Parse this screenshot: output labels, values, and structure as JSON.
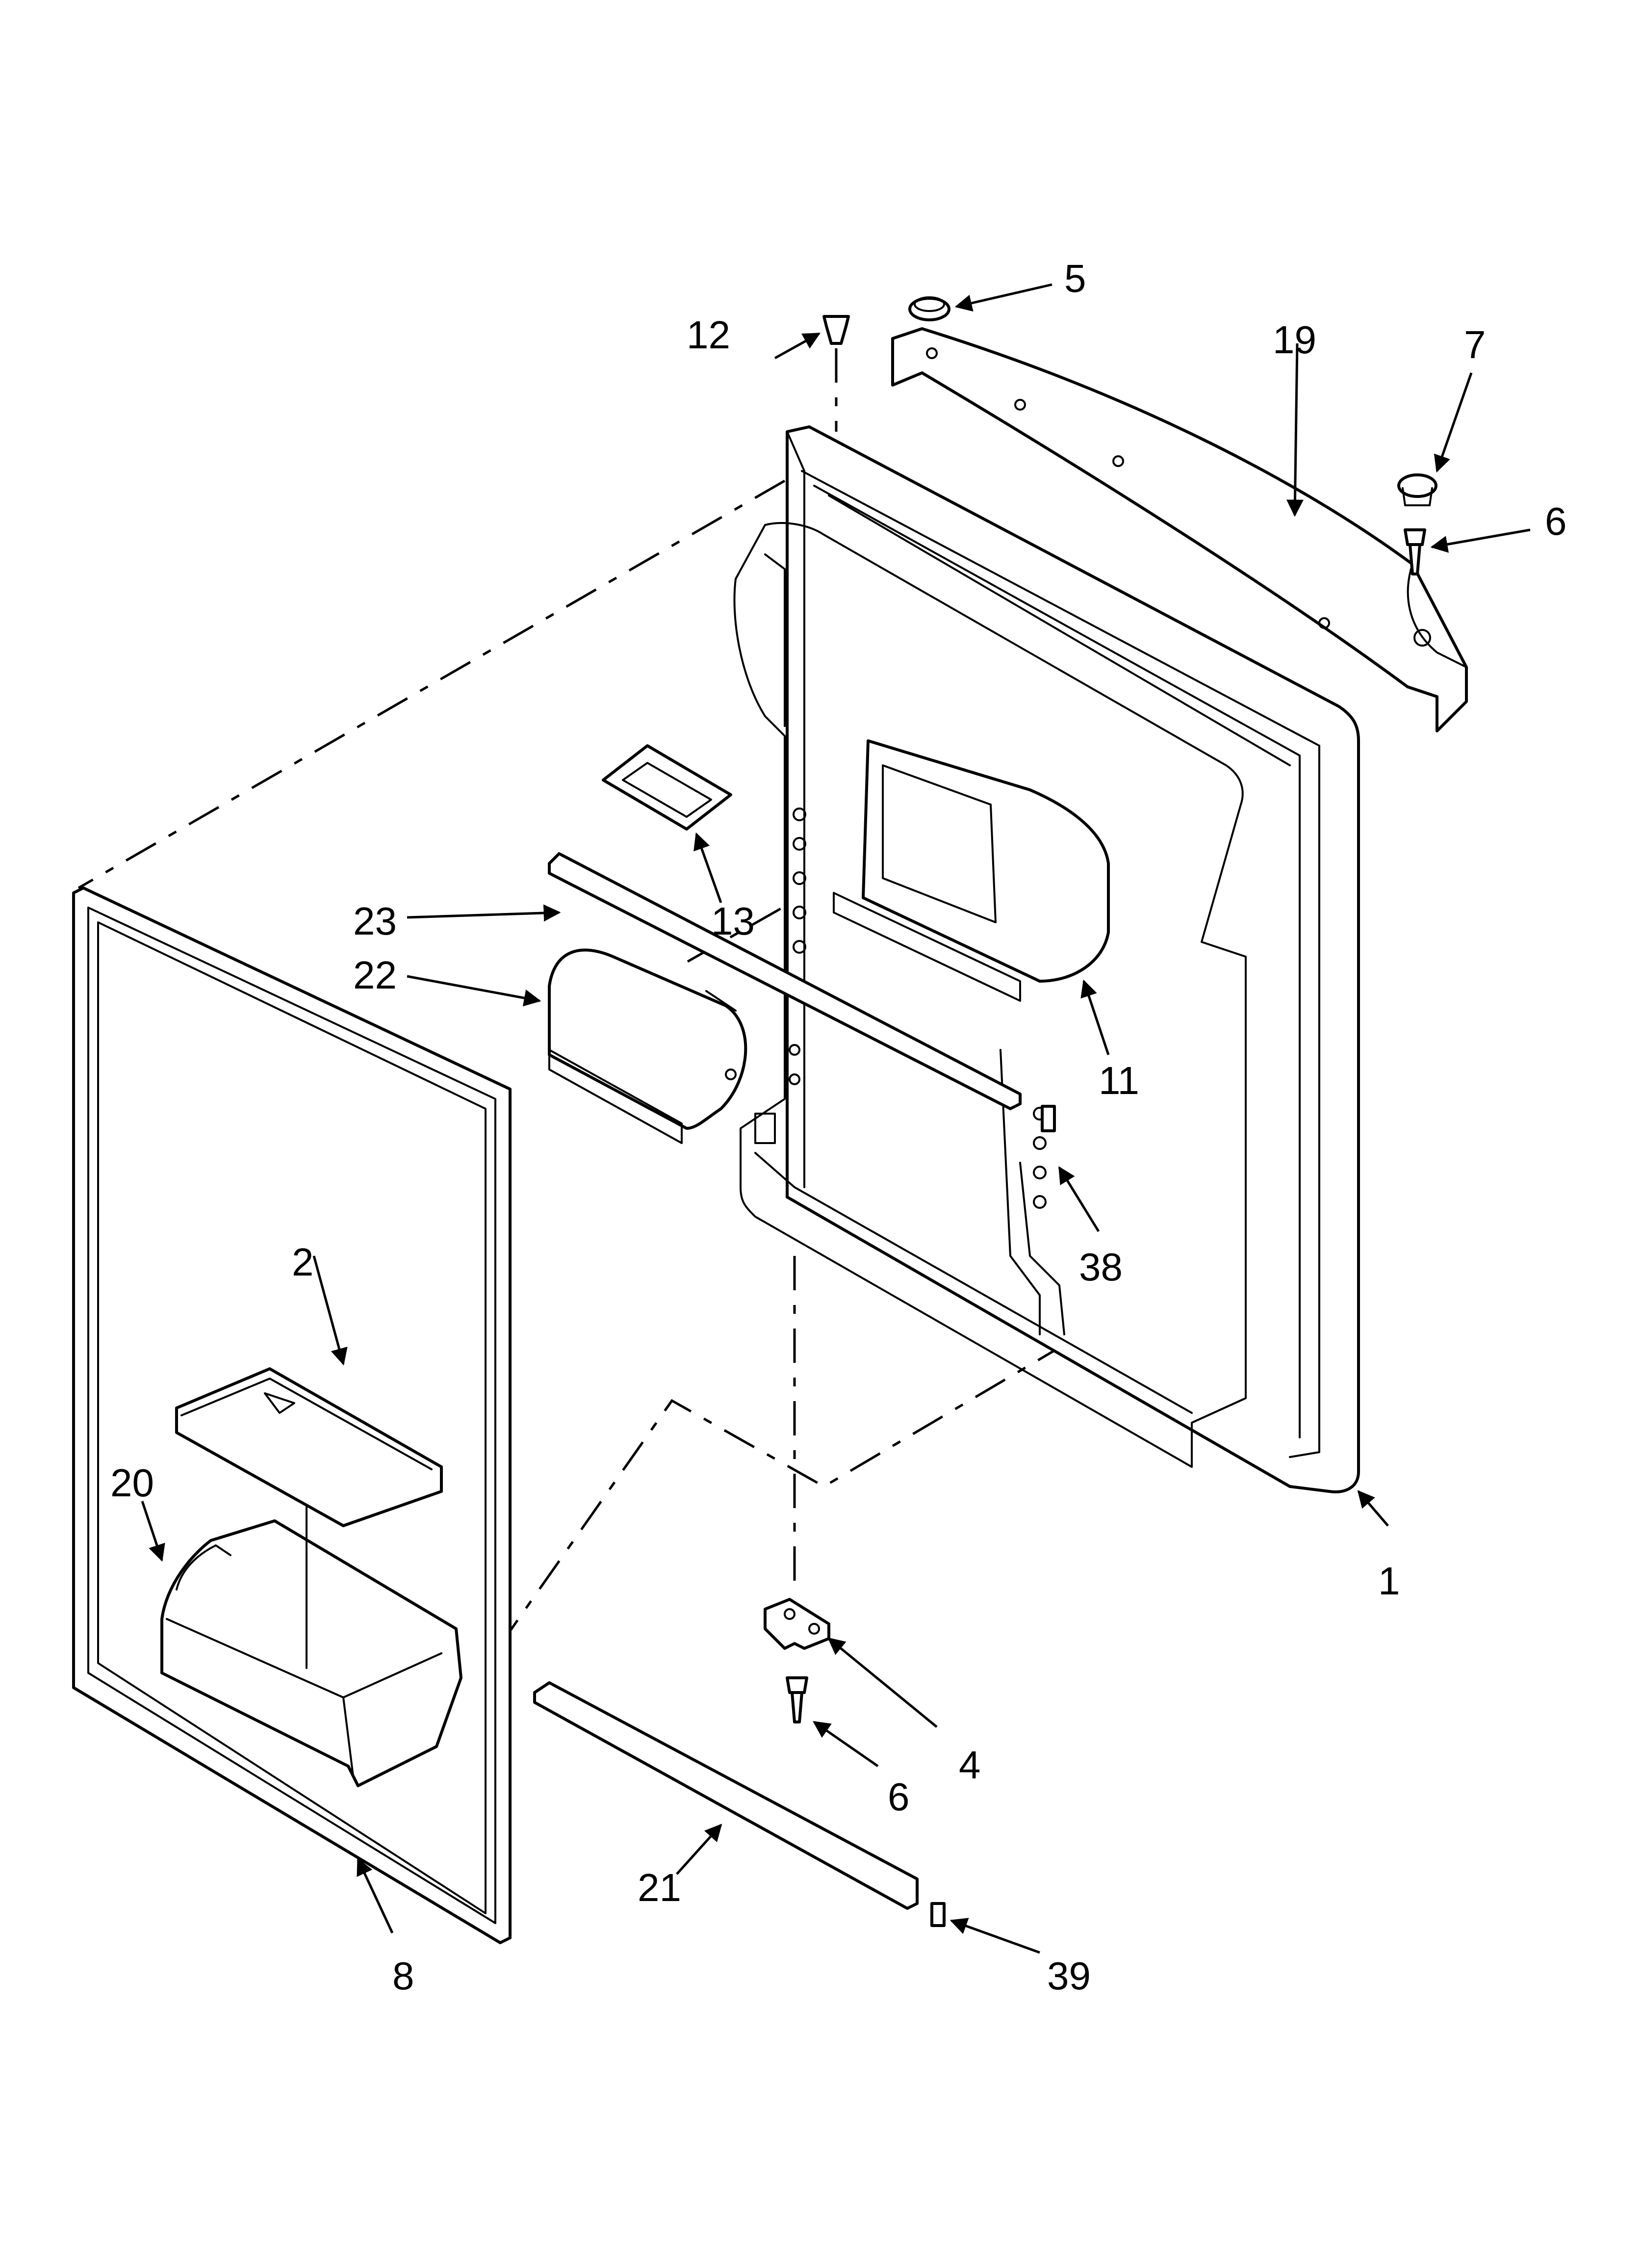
{
  "diagram": {
    "callouts": [
      {
        "id": "c1",
        "text": "1"
      },
      {
        "id": "c2",
        "text": "2"
      },
      {
        "id": "c4",
        "text": "4"
      },
      {
        "id": "c5",
        "text": "5"
      },
      {
        "id": "c6a",
        "text": "6"
      },
      {
        "id": "c6b",
        "text": "6"
      },
      {
        "id": "c7",
        "text": "7"
      },
      {
        "id": "c8",
        "text": "8"
      },
      {
        "id": "c11",
        "text": "11"
      },
      {
        "id": "c12",
        "text": "12"
      },
      {
        "id": "c13",
        "text": "13"
      },
      {
        "id": "c19",
        "text": "19"
      },
      {
        "id": "c20",
        "text": "20"
      },
      {
        "id": "c21",
        "text": "21"
      },
      {
        "id": "c22",
        "text": "22"
      },
      {
        "id": "c23",
        "text": "23"
      },
      {
        "id": "c38",
        "text": "38"
      },
      {
        "id": "c39",
        "text": "39"
      }
    ]
  }
}
